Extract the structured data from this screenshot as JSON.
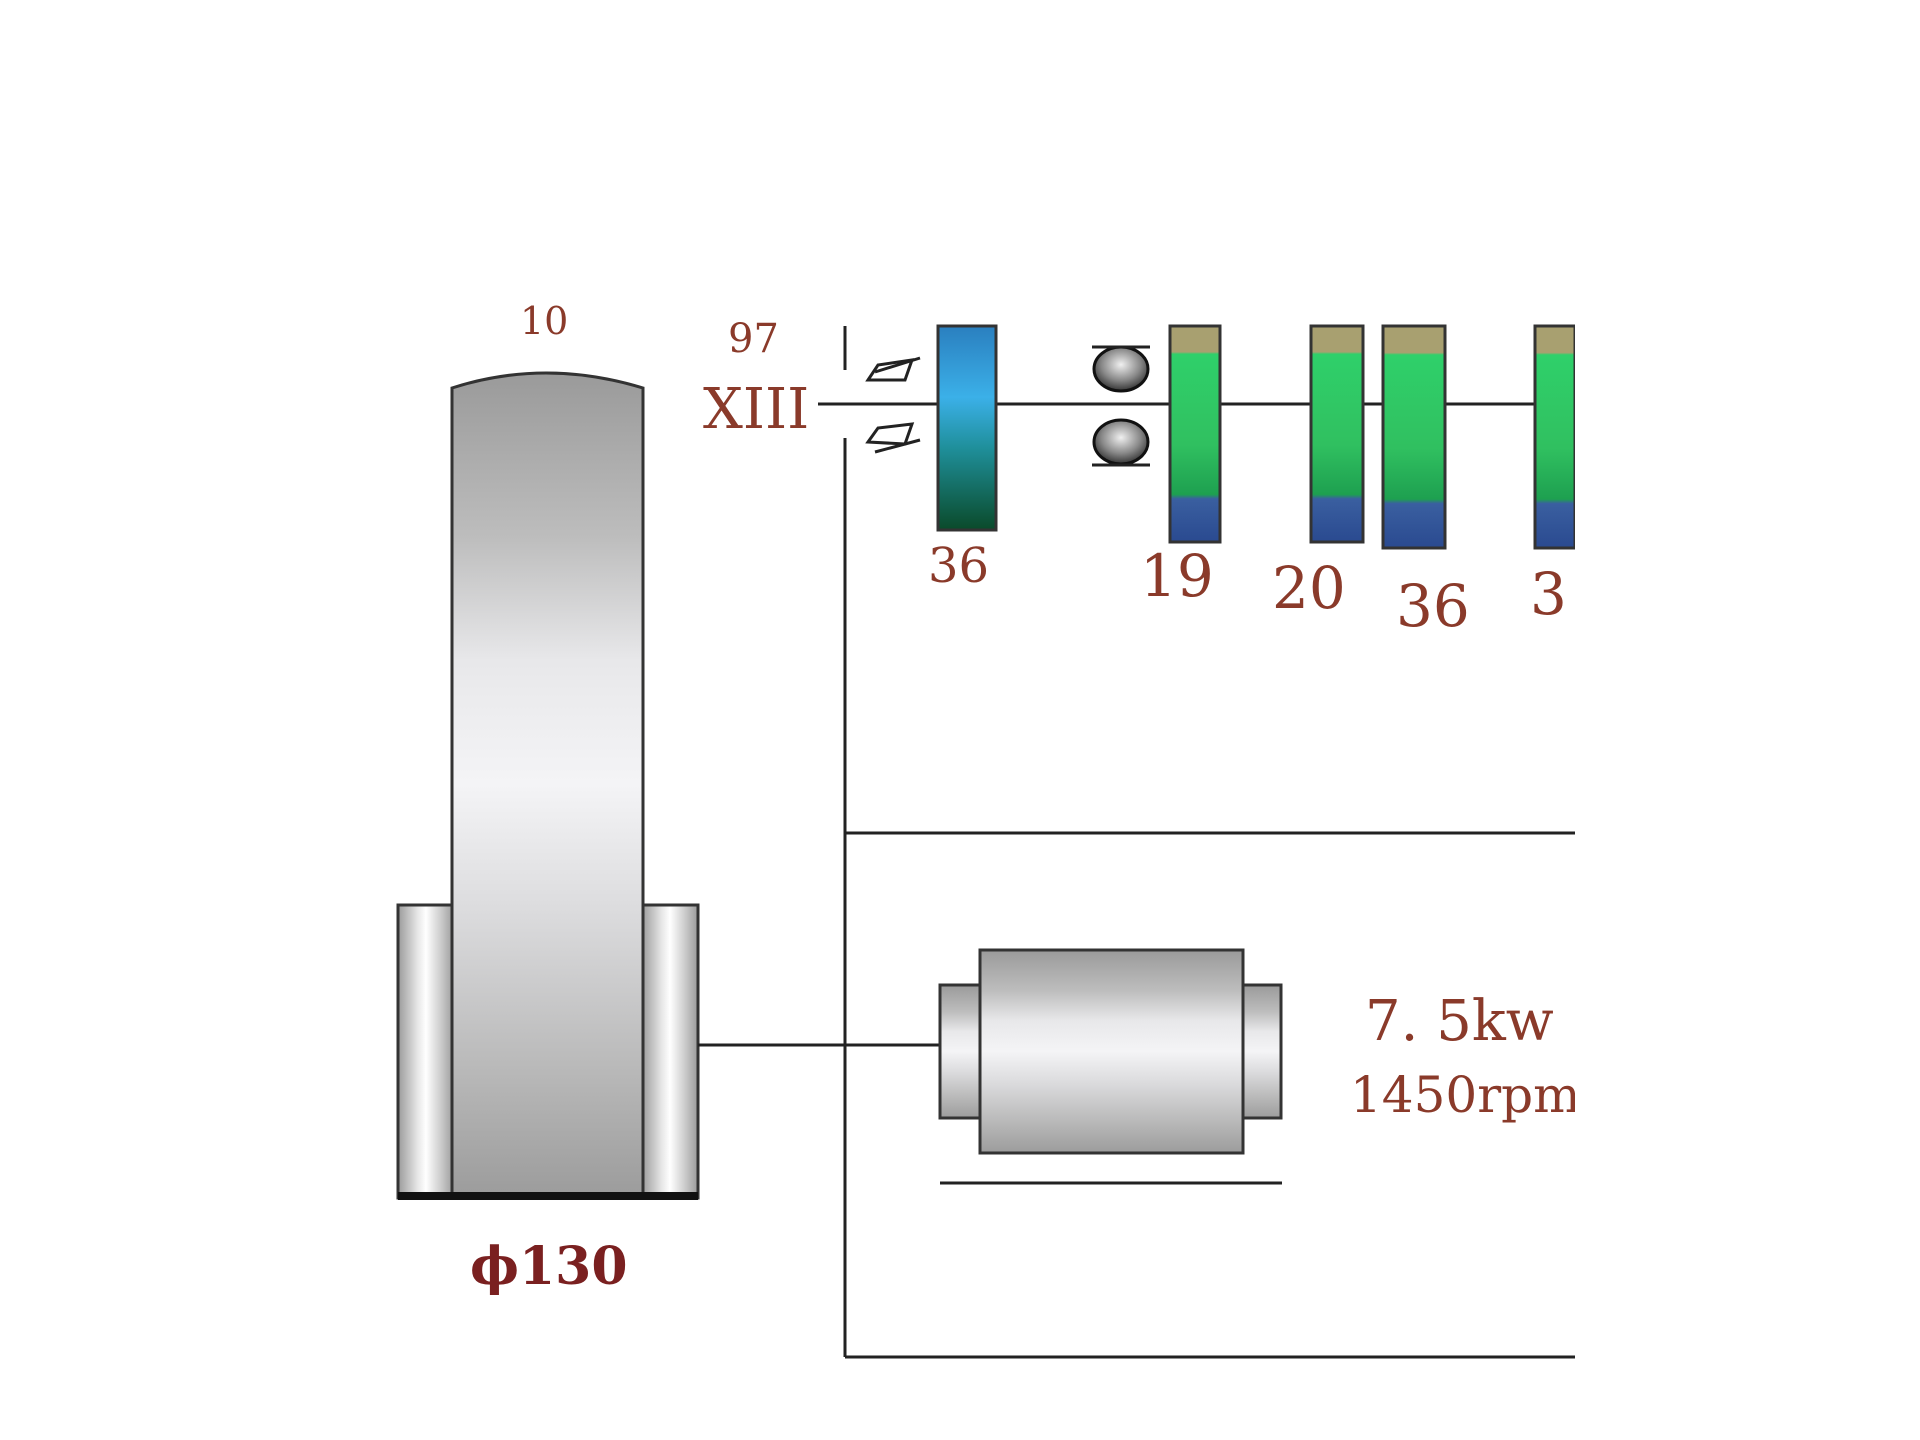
{
  "labels": {
    "pulley_top_number": "10",
    "shaft_top_number": "97",
    "shaft_roman": "XIII",
    "gear_1_teeth": "36",
    "gear_2_teeth": "19",
    "gear_3_teeth": "20",
    "gear_4_teeth": "36",
    "gear_5_teeth": "3",
    "pulley_diameter": "ϕ130",
    "motor_power": "7. 5kw",
    "motor_speed": "1450rpm"
  }
}
